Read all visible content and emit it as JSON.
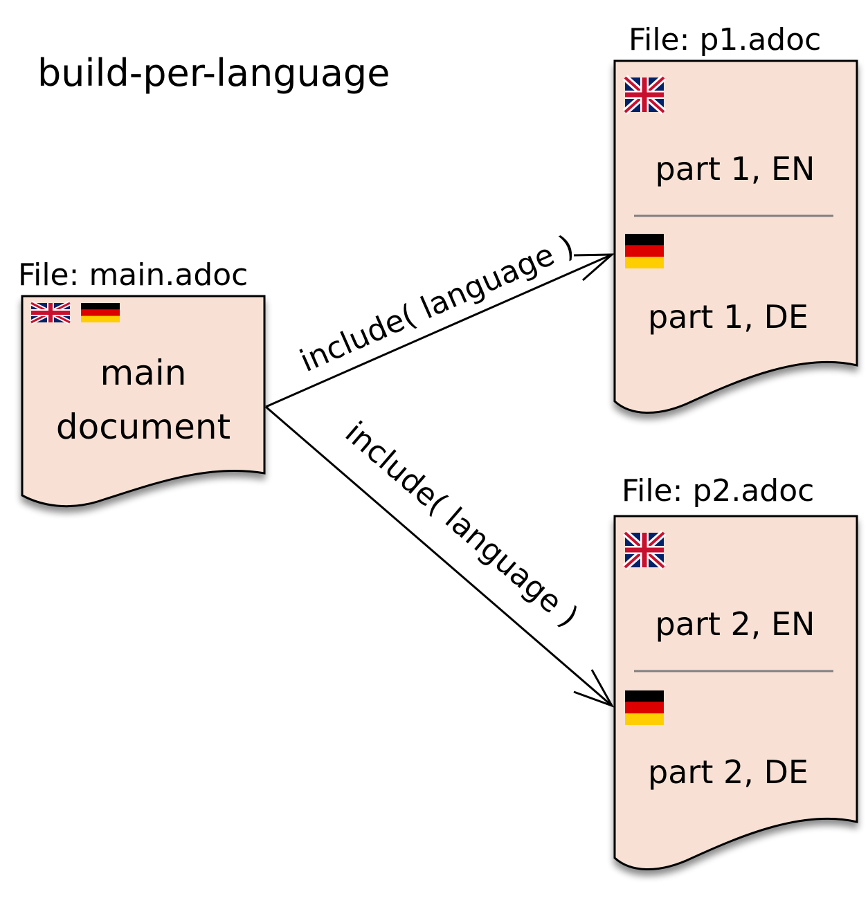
{
  "title": "build-per-language",
  "colors": {
    "doc_fill": "#f8e1d4",
    "stroke": "#000000",
    "divider": "#808080",
    "flag_de": [
      "#000000",
      "#dd0000",
      "#ffce00"
    ],
    "flag_uk": [
      "#012169",
      "#ffffff",
      "#c8102e"
    ]
  },
  "main_doc": {
    "file_label": "File: main.adoc",
    "line1": "main",
    "line2": "document",
    "flags": [
      "uk-flag-icon",
      "de-flag-icon"
    ]
  },
  "p1_doc": {
    "file_label": "File: p1.adoc",
    "part_en": "part 1, EN",
    "part_de": "part 1, DE"
  },
  "p2_doc": {
    "file_label": "File: p2.adoc",
    "part_en": "part 2, EN",
    "part_de": "part 2, DE"
  },
  "edges": [
    {
      "from": "main_doc",
      "to": "p1_doc",
      "label": "include( language )"
    },
    {
      "from": "main_doc",
      "to": "p2_doc",
      "label": "include( language )"
    }
  ]
}
